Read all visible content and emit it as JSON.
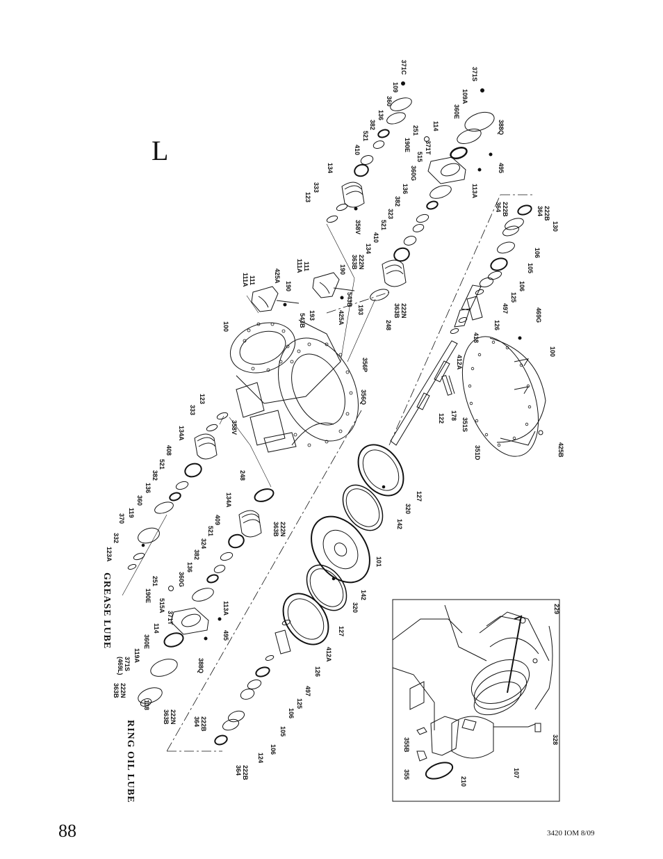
{
  "page": {
    "page_number": "88",
    "doc_reference": "3420 IOM  8/09",
    "section_letter": "L"
  },
  "titles": {
    "grease_lube": "GREASE LUBE",
    "ring_oil_lube": "RING OIL LUBE"
  },
  "part_labels": {
    "371C": "371C",
    "109": "109",
    "360": "360",
    "136": "136",
    "382": "382",
    "521": "521",
    "410": "410",
    "134": "134",
    "333": "333",
    "123": "123",
    "358V": "358V",
    "371S": "371S",
    "109A": "109A",
    "360E": "360E",
    "388Q": "388Q",
    "114": "114",
    "251": "251",
    "190E": "190E",
    "371T": "371T",
    "515": "515",
    "495": "495",
    "113A": "113A",
    "360G": "360G",
    "323": "323",
    "222N": "222N",
    "363B": "363B",
    "222B": "222B",
    "364": "364",
    "130": "130",
    "106": "106",
    "105": "105",
    "125": "125",
    "497": "497",
    "126": "126",
    "111": "111",
    "111A": "111A",
    "425A": "425A",
    "190": "190",
    "543B": "543B",
    "193": "193",
    "248": "248",
    "469G": "469G",
    "418": "418",
    "412A": "412A",
    "100": "100",
    "356P": "356P",
    "356Q": "356Q",
    "178": "178",
    "122": "122",
    "351S": "351S",
    "351D": "351D",
    "425B": "425B",
    "127": "127",
    "320": "320",
    "142": "142",
    "101": "101",
    "134A": "134A",
    "408": "408",
    "409": "409",
    "324": "324",
    "119": "119",
    "370": "370",
    "332": "332",
    "123A": "123A",
    "515A": "515A",
    "119A": "119A",
    "469L": "(469L)",
    "124": "124",
    "138": "138",
    "229": "229",
    "328": "328",
    "355B": "355B",
    "355": "355",
    "210": "210",
    "107": "107"
  },
  "colors": {
    "ink": "#111111",
    "paper": "#ffffff"
  }
}
